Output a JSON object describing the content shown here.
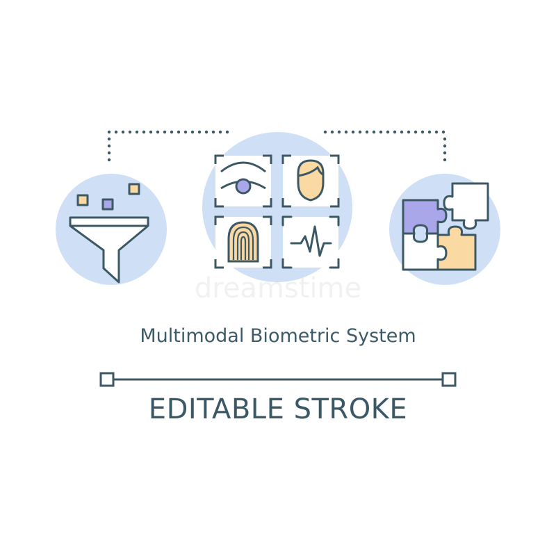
{
  "title": "Multimodal Biometric System",
  "subtitle": "EDITABLE STROKE",
  "watermark": "dreamstime",
  "colors": {
    "outline": "#3c5864",
    "circle_fill": "#cfdff5",
    "orange": "#fbd9a3",
    "purple": "#a9a6ea",
    "background": "#ffffff"
  },
  "icons": [
    "funnel-icon",
    "eye-icon",
    "face-icon",
    "fingerprint-icon",
    "heartbeat-icon",
    "puzzle-icon"
  ]
}
